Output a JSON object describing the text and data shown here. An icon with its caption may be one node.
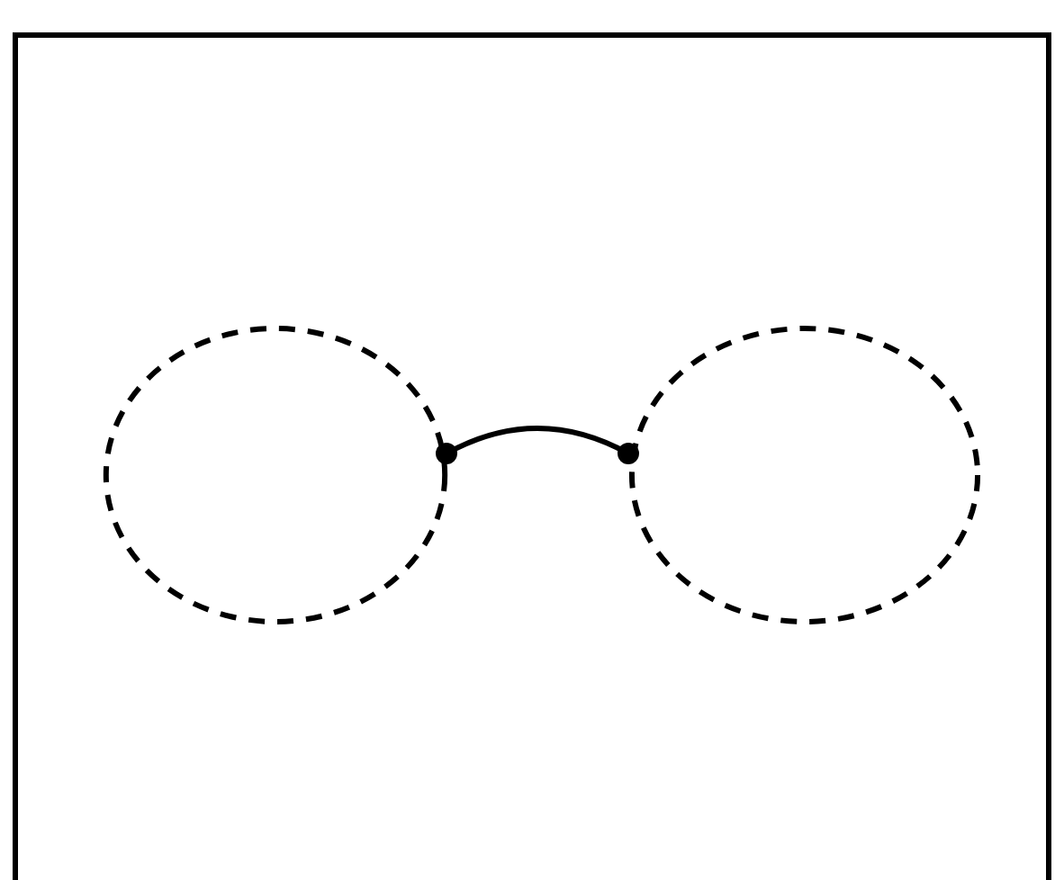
{
  "diagram": {
    "nodes": [
      {
        "text": [],
        "shape": "circle"
      },
      {
        "text": [],
        "shape": "circle"
      }
    ],
    "edges": [
      {
        "from": 0,
        "to": 1,
        "arrow": "other"
      }
    ]
  }
}
